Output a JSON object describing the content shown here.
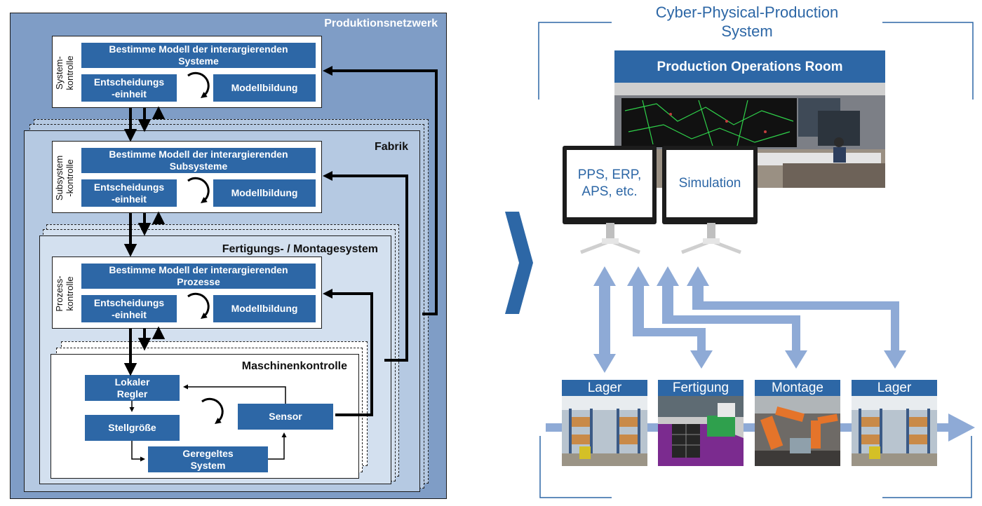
{
  "left": {
    "network_title": "Produktionsnetzwerk",
    "fabrik_title": "Fabrik",
    "fertigung_title": "Fertigungs- / Montagesystem",
    "maschinen_title": "Maschinenkontrolle",
    "system": {
      "side_label_1": "System-",
      "side_label_2": "kontrolle",
      "model_1": "Bestimme Modell der interargierenden",
      "model_2": "Systeme",
      "decision_1": "Entscheidungs",
      "decision_2": "-einheit",
      "modelling": "Modellbildung"
    },
    "subsystem": {
      "side_label_1": "Subsystem",
      "side_label_2": "-kontrolle",
      "model_1": "Bestimme Modell der interargierenden",
      "model_2": "Subsysteme",
      "decision_1": "Entscheidungs",
      "decision_2": "-einheit",
      "modelling": "Modellbildung"
    },
    "process": {
      "side_label_1": "Prozess-",
      "side_label_2": "kontrolle",
      "model_1": "Bestimme Modell der interargierenden",
      "model_2": "Prozesse",
      "decision_1": "Entscheidungs",
      "decision_2": "-einheit",
      "modelling": "Modellbildung"
    },
    "machine": {
      "controller_1": "Lokaler",
      "controller_2": "Regler",
      "actuator": "Stellgröße",
      "sensor": "Sensor",
      "plant_1": "Geregeltes",
      "plant_2": "System"
    }
  },
  "right": {
    "title_1": "Cyber-Physical-Production",
    "title_2": "System",
    "room_title": "Production Operations Room",
    "monitor_1_line_1": "PPS, ERP,",
    "monitor_1_line_2": "APS, etc.",
    "monitor_2": "Simulation",
    "cards": [
      "Lager",
      "Fertigung",
      "Montage",
      "Lager"
    ]
  },
  "colors": {
    "dark_blue": "#2d67a6",
    "network_bg": "#7f9dc6",
    "factory_bg": "#b5c9e2",
    "system_bg": "#d3e0ef",
    "arrow_light": "#8eaad6"
  }
}
